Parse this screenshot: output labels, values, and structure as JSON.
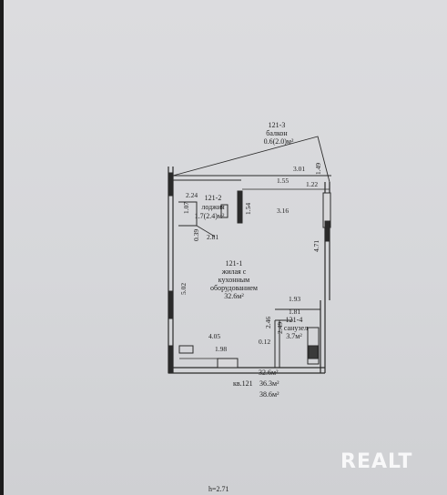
{
  "watermark": "REALT",
  "ceiling_height": "h=2.71",
  "rooms": {
    "balcony": {
      "code": "121-3",
      "name": "балкон",
      "area": "0.6(2.0)м²"
    },
    "loggia": {
      "code": "121-2",
      "name": "лоджия",
      "area": "1.7(2.4)м²"
    },
    "living": {
      "code": "121-1",
      "name_lines": [
        "жилая с",
        "кухонным",
        "оборудованием"
      ],
      "area": "32.6м²"
    },
    "bathroom": {
      "code": "121-4",
      "name": "санузел",
      "area": "3.7м²"
    }
  },
  "dimensions": {
    "d_3_01": "3.01",
    "d_1_49": "1.49",
    "d_1_55": "1.55",
    "d_1_22": "1.22",
    "d_2_24": "2.24",
    "d_1_07": "1.07",
    "d_1_54": "1.54",
    "d_3_16": "3.16",
    "d_0_39": "0.39",
    "d_2_81": "2.81",
    "d_4_71": "4.71",
    "d_5_02": "5.02",
    "d_1_93": "1.93",
    "d_1_81": "1.81",
    "d_2_46": "2.46",
    "d_2_49": "2.49",
    "d_4_05": "4.05",
    "d_0_12": "0.12",
    "d_1_98": "1.98"
  },
  "totals": {
    "living_area": "32.6м²",
    "apartment_label": "кв.121",
    "total_area": "36.3м²",
    "total_with_balcony": "38.6м²"
  }
}
